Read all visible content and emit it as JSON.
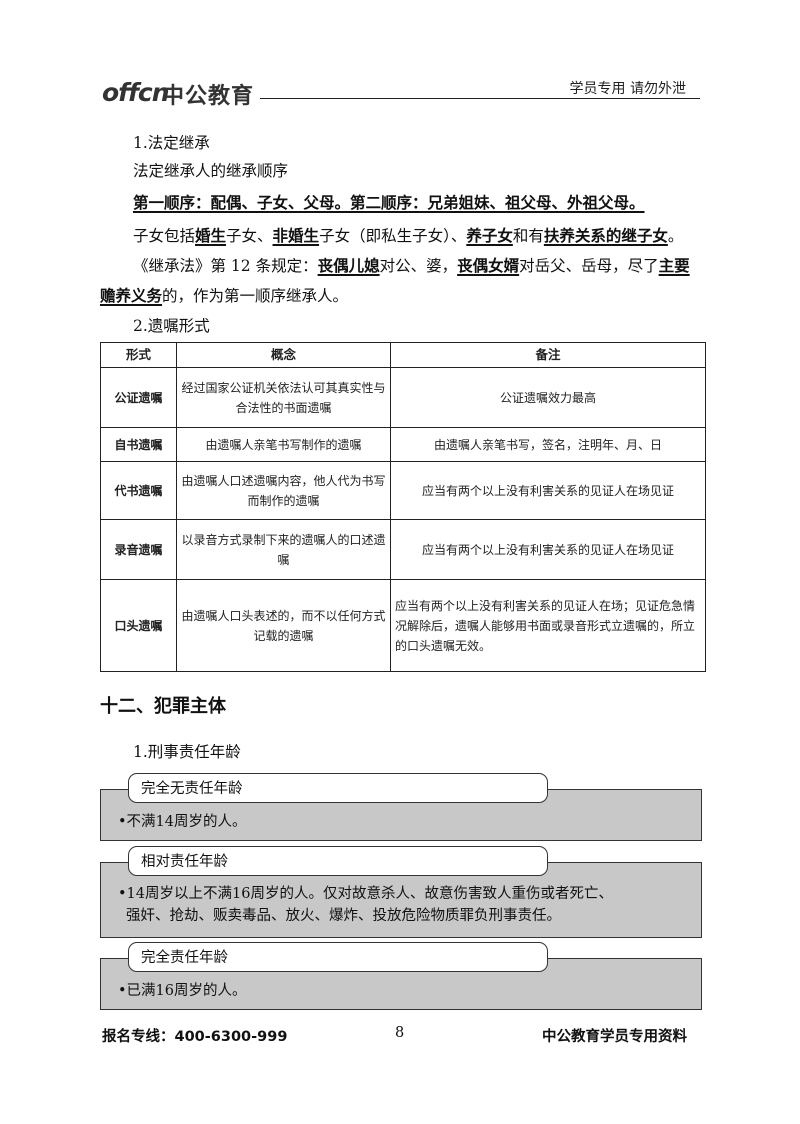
{
  "header": {
    "logo_latin": "offcn",
    "logo_cn": "中公教育",
    "note": "学员专用  请勿外泄"
  },
  "body": {
    "h_statutory": "1.法定继承",
    "order_intro": "法定继承人的继承顺序",
    "order_line": "第一顺序：配偶、子女、父母。第二顺序：兄弟姐妹、祖父母、外祖父母。",
    "children": {
      "t1": "子女包括",
      "k1": "婚生",
      "t2": "子女、",
      "k2": "非婚生",
      "t3": "子女（即私生子女）、",
      "k3": "养子女",
      "t4": "和有",
      "k4": "扶养关系的继子女",
      "t5": "。"
    },
    "article": {
      "t1": "《继承法》第 12 条规定：",
      "k1": "丧偶儿媳",
      "t2": "对公、婆，",
      "k2": "丧偶女婿",
      "t3": "对岳父、岳母，尽了",
      "k3": "主要",
      "k4": "赡养义务",
      "t4": "的，作为第一顺序继承人。"
    },
    "h_will": "2.遗嘱形式"
  },
  "will_table": {
    "headers": [
      "形式",
      "概念",
      "备注"
    ],
    "rows": [
      {
        "type": "公证遗嘱",
        "concept": "经过国家公证机关依法认可其真实性与合法性的书面遗嘱",
        "note": "公证遗嘱效力最高"
      },
      {
        "type": "自书遗嘱",
        "concept": "由遗嘱人亲笔书写制作的遗嘱",
        "note": "由遗嘱人亲笔书写，签名，注明年、月、日"
      },
      {
        "type": "代书遗嘱",
        "concept": "由遗嘱人口述遗嘱内容，他人代为书写而制作的遗嘱",
        "note": "应当有两个以上没有利害关系的见证人在场见证"
      },
      {
        "type": "录音遗嘱",
        "concept": "以录音方式录制下来的遗嘱人的口述遗嘱",
        "note": "应当有两个以上没有利害关系的见证人在场见证"
      },
      {
        "type": "口头遗嘱",
        "concept": "由遗嘱人口头表述的，而不以任何方式记载的遗嘱",
        "note": "应当有两个以上没有利害关系的见证人在场；见证危急情况解除后，遗嘱人能够用书面或录音形式立遗嘱的，所立的口头遗嘱无效。"
      }
    ]
  },
  "section": {
    "title": "十二、犯罪主体",
    "sub": "1.刑事责任年龄"
  },
  "age_blocks": [
    {
      "label": "完全无责任年龄",
      "lines": [
        "•不满14周岁的人。"
      ]
    },
    {
      "label": "相对责任年龄",
      "lines": [
        "•14周岁以上不满16周岁的人。仅对故意杀人、故意伤害致人重伤或者死亡、",
        "强奸、抢劫、贩卖毒品、放火、爆炸、投放危险物质罪负刑事责任。"
      ]
    },
    {
      "label": "完全责任年龄",
      "lines": [
        "•已满16周岁的人。"
      ]
    }
  ],
  "footer": {
    "hotline": "报名专线：400-6300-999",
    "page": "8",
    "right": "中公教育学员专用资料"
  }
}
